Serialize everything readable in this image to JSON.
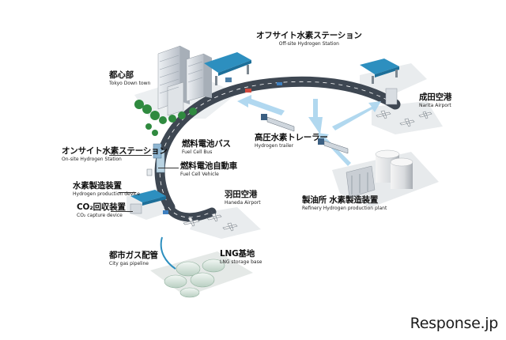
{
  "labels": {
    "offsite_station": {
      "jp": "オフサイト水素ステーション",
      "en": "Off-site Hydrogen Station"
    },
    "tokyo_downtown": {
      "jp": "都心部",
      "en": "Tokyo Down town"
    },
    "narita": {
      "jp": "成田空港",
      "en": "Narita Airport"
    },
    "fuel_cell_bus": {
      "jp": "燃料電池バス",
      "en": "Fuel Cell Bus"
    },
    "hydrogen_trailer": {
      "jp": "高圧水素トレーラー",
      "en": "Hydrogen trailer"
    },
    "onsite_station": {
      "jp": "オンサイト水素ステーション",
      "en": "On-site Hydrogen Station"
    },
    "fuel_cell_vehicle": {
      "jp": "燃料電池自動車",
      "en": "Fuel Cell Vehicle"
    },
    "hydrogen_production": {
      "jp": "水素製造装置",
      "en": "Hydrogen production device"
    },
    "co2_capture": {
      "jp": "CO₂回収装置",
      "en": "CO₂ capture device"
    },
    "haneda": {
      "jp": "羽田空港",
      "en": "Haneda Airport"
    },
    "refinery": {
      "jp": "製油所 水素製造装置",
      "en": "Refinery Hydrogen production plant"
    },
    "gas_pipeline": {
      "jp": "都市ガス配管",
      "en": "City gas pipeline"
    },
    "lng_base": {
      "jp": "LNG基地",
      "en": "LNG storage base"
    }
  },
  "watermark": "Response.jp",
  "colors": {
    "road": "#3e4752",
    "lane": "#ffffff",
    "arrow": "#a9d4ee",
    "building": "#d6dbe1",
    "tree": "#2f8a3f",
    "station_roof": "#2d8fbf"
  }
}
